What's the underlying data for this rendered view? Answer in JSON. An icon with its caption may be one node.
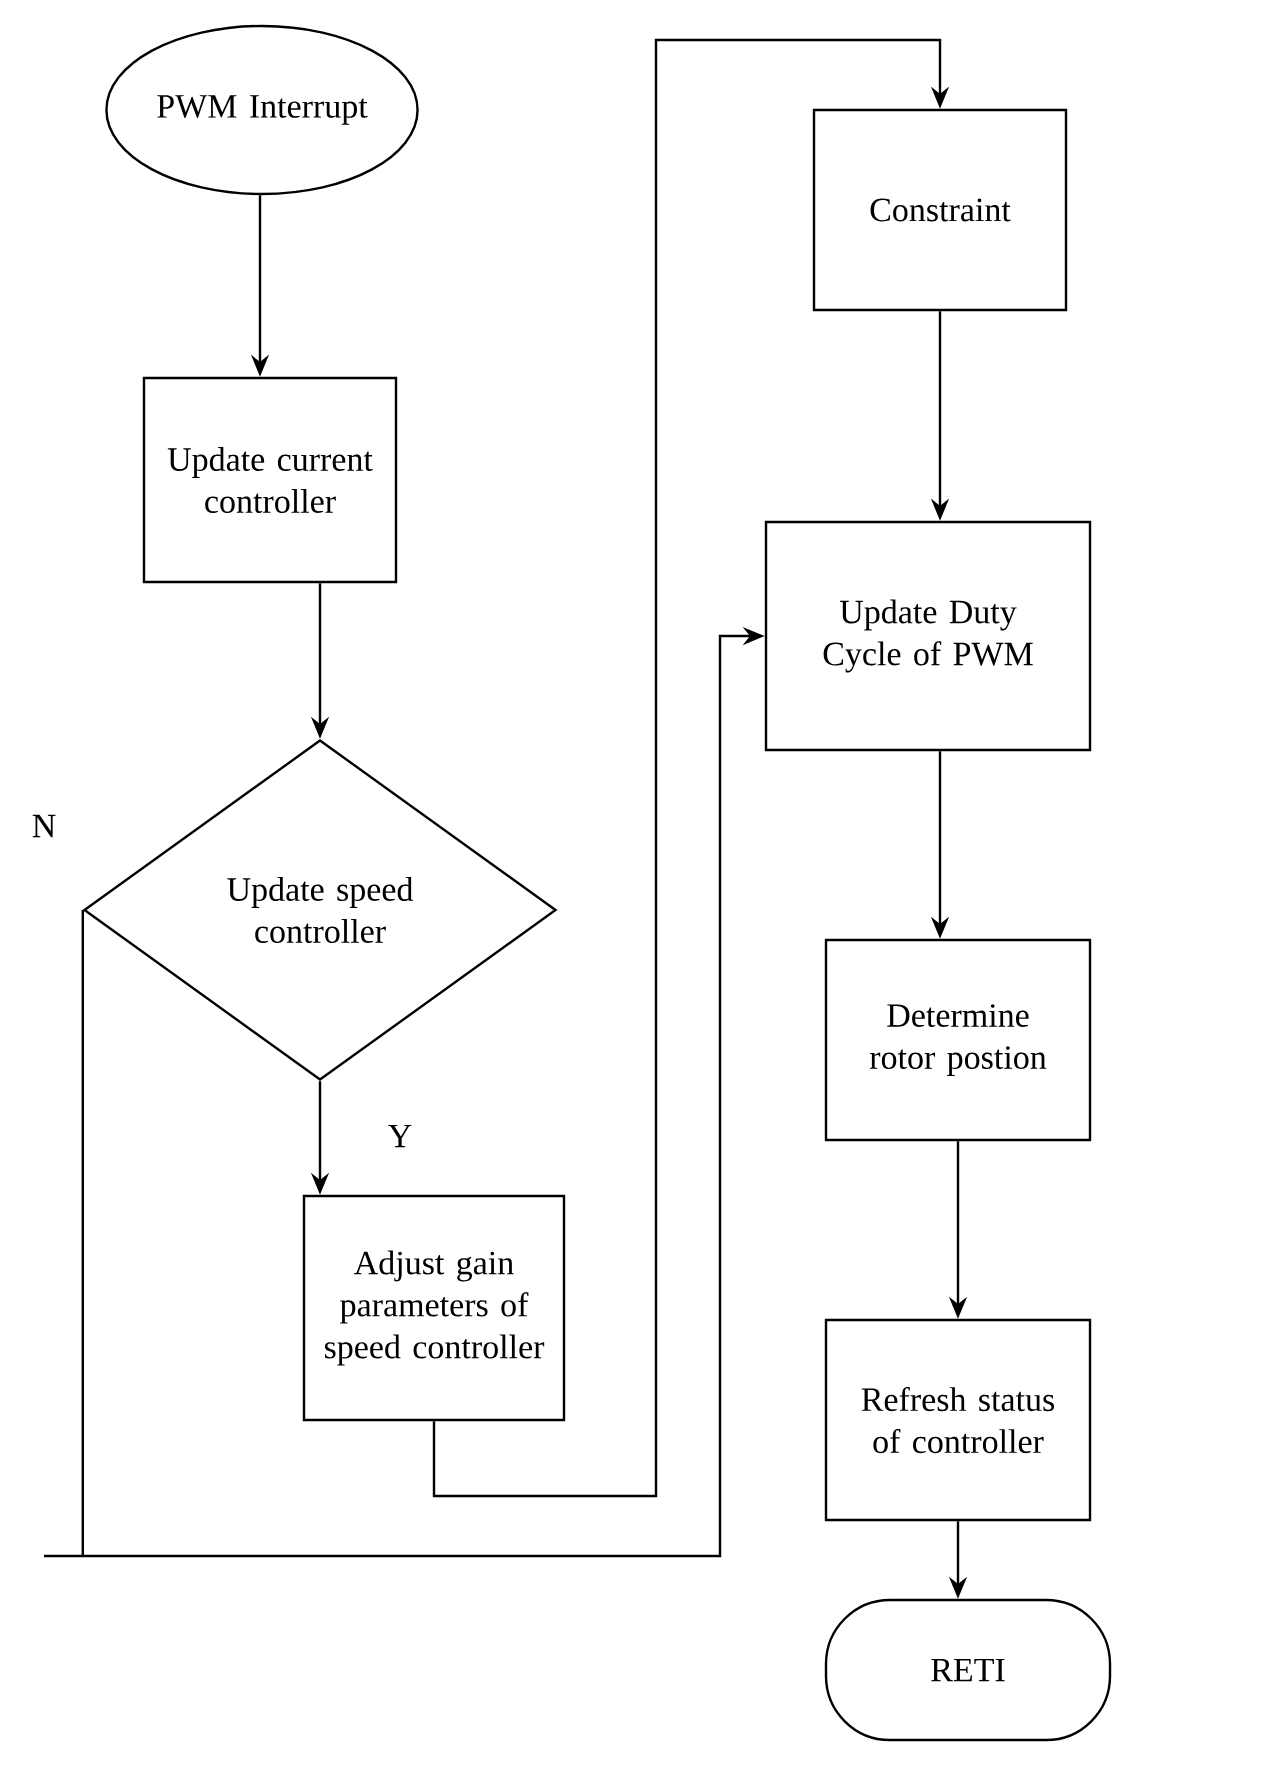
{
  "diagram": {
    "nodes": [
      {
        "text": [
          "PWM Interrupt"
        ]
      },
      {
        "text": [
          "Update current controller"
        ]
      },
      {
        "text": [
          "Update speed controller"
        ]
      },
      {
        "text": [
          "Adjust gain parameters of speed controller"
        ]
      },
      {
        "text": [
          "Constraint"
        ]
      },
      {
        "text": [
          "Update Duty Cycle of PWM"
        ]
      },
      {
        "text": [
          "Determine rotor postion"
        ]
      },
      {
        "text": [
          "Refresh status of controller"
        ]
      },
      {
        "text": [
          "RETI"
        ]
      }
    ],
    "edges": [
      {
        "from": 0,
        "to": 1,
        "arrow": "to"
      },
      {
        "from": 1,
        "to": 2,
        "arrow": "to"
      },
      {
        "from": 2,
        "to": 3,
        "arrow": "to",
        "label": "Y"
      },
      {
        "from": 3,
        "to": 4,
        "arrow": "to"
      },
      {
        "from": 2,
        "to": 5,
        "arrow": "to",
        "label": "N"
      },
      {
        "from": 4,
        "to": 5,
        "arrow": "to"
      },
      {
        "from": 5,
        "to": 6,
        "arrow": "to"
      },
      {
        "from": 6,
        "to": 7,
        "arrow": "to"
      },
      {
        "from": 7,
        "to": 8,
        "arrow": "to"
      }
    ]
  }
}
